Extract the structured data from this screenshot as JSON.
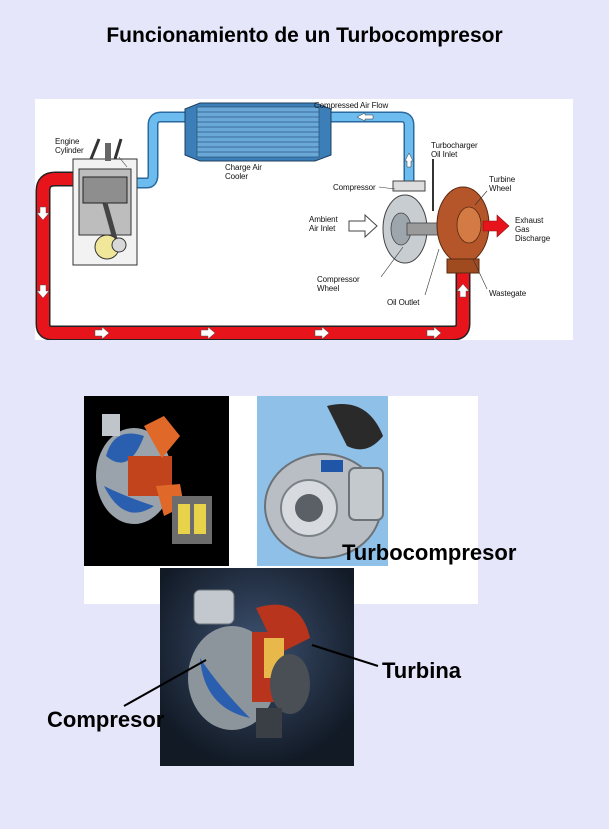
{
  "page": {
    "title": "Funcionamiento de un Turbocompresor",
    "background": "#e6e6fa"
  },
  "diagram": {
    "labels": {
      "compressed_air_flow": "Compressed Air Flow",
      "engine_cylinder": "Engine\nCylinder",
      "charge_air_cooler": "Charge Air\nCooler",
      "turbocharger_oil_inlet": "Turbocharger\nOil Inlet",
      "compressor": "Compressor",
      "turbine_wheel": "Turbine\nWheel",
      "ambient_air_inlet": "Ambient\nAir Inlet",
      "exhaust_gas_discharge": "Exhaust\nGas\nDischarge",
      "compressor_wheel": "Compressor\nWheel",
      "oil_outlet": "Oil Outlet",
      "wastegate": "Wastegate"
    },
    "colors": {
      "exhaust": "#e8141b",
      "intake": "#5aaee6",
      "turbine_housing": "#b5552a",
      "compressor_housing": "#c8cdd2"
    }
  },
  "photos": {
    "turbocompresor_label": "Turbocompresor",
    "turbina_label": "Turbina",
    "compresor_label": "Compresor"
  }
}
